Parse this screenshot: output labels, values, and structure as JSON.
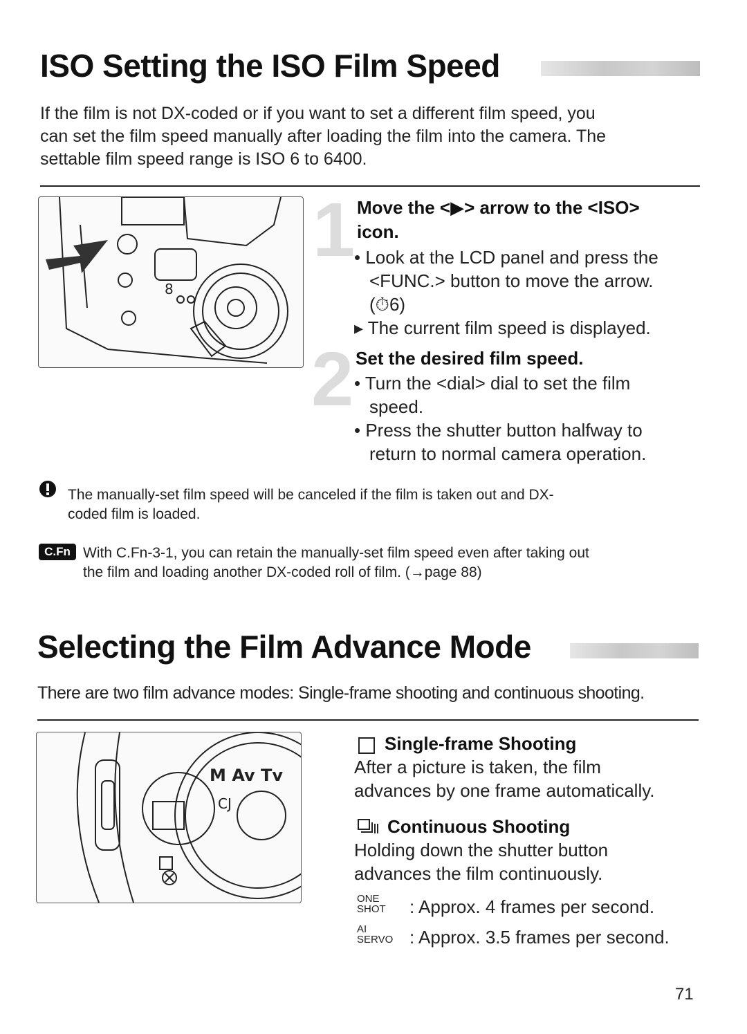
{
  "section1": {
    "title": "ISO Setting the ISO Film Speed",
    "intro_lines": [
      "If the film is not DX-coded or if you want to set a different film speed, you",
      "can set the film speed manually after loading the film into the camera. The",
      "settable film speed range is ISO 6 to 6400."
    ],
    "step1": {
      "number": "1",
      "title_line1": "Move the <▶> arrow to the <ISO>",
      "title_line2": "icon.",
      "bullet1_line1": "• Look at the LCD panel and press the",
      "bullet1_line2": "<FUNC.> button to move the arrow.",
      "bullet1_line3": "(⏱6)",
      "result": "▸ The current film speed is displayed."
    },
    "step2": {
      "number": "2",
      "title": "Set the desired film speed.",
      "bullet1_line1": "• Turn the <dial> dial to set the film",
      "bullet1_line2": "speed.",
      "bullet2_line1": "• Press the shutter button halfway to",
      "bullet2_line2": "return to normal camera operation."
    },
    "warning_line1": "The manually-set film speed will be canceled if the film is taken out and DX-",
    "warning_line2": "coded film is loaded.",
    "cfn_badge": "C.Fn",
    "cfn_line1": "With C.Fn-3-1, you can retain the manually-set film speed even after taking out",
    "cfn_line2": "the film and loading another DX-coded roll of film. (→page 88)"
  },
  "section2": {
    "title": "Selecting the Film Advance Mode",
    "intro": "There are two film advance modes: Single-frame shooting and continuous shooting.",
    "single": {
      "title": "Single-frame Shooting",
      "line1": "After a picture is taken, the film",
      "line2": "advances by one frame automatically."
    },
    "continuous": {
      "title": "Continuous Shooting",
      "line1": "Holding down the shutter button",
      "line2": "advances the film continuously."
    },
    "one_shot_label_top": "ONE",
    "one_shot_label_bottom": "SHOT",
    "one_shot_text": ": Approx. 4 frames per second.",
    "ai_servo_label_top": "AI",
    "ai_servo_label_bottom": "SERVO",
    "ai_servo_text": ": Approx. 3.5 frames per second."
  },
  "page_number": "71",
  "colors": {
    "text": "#1a1a1a",
    "step_number": "#dcdcdc",
    "title_bar": "#cfcfcf"
  }
}
